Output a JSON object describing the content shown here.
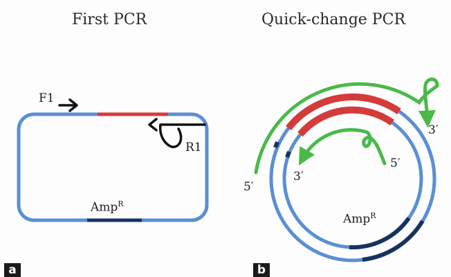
{
  "panel_a": {
    "title": "First PCR",
    "tag": "a",
    "primer_forward": "F1",
    "primer_reverse": "R1",
    "marker_name": "Amp",
    "marker_sup": "R"
  },
  "panel_b": {
    "title": "Quick-change PCR",
    "tag": "b",
    "marker_name": "Amp",
    "marker_sup": "R",
    "end_labels": {
      "outer_5": "5′",
      "outer_3": "3′",
      "inner_5": "5′",
      "inner_3": "3′"
    }
  },
  "colors": {
    "plasmid": "#5b8fd4",
    "insert": "#d43b3b",
    "marker": "#16335e",
    "primer": "#4ab94a",
    "arrow": "#111111",
    "tag_bg": "#1a1a1a"
  }
}
